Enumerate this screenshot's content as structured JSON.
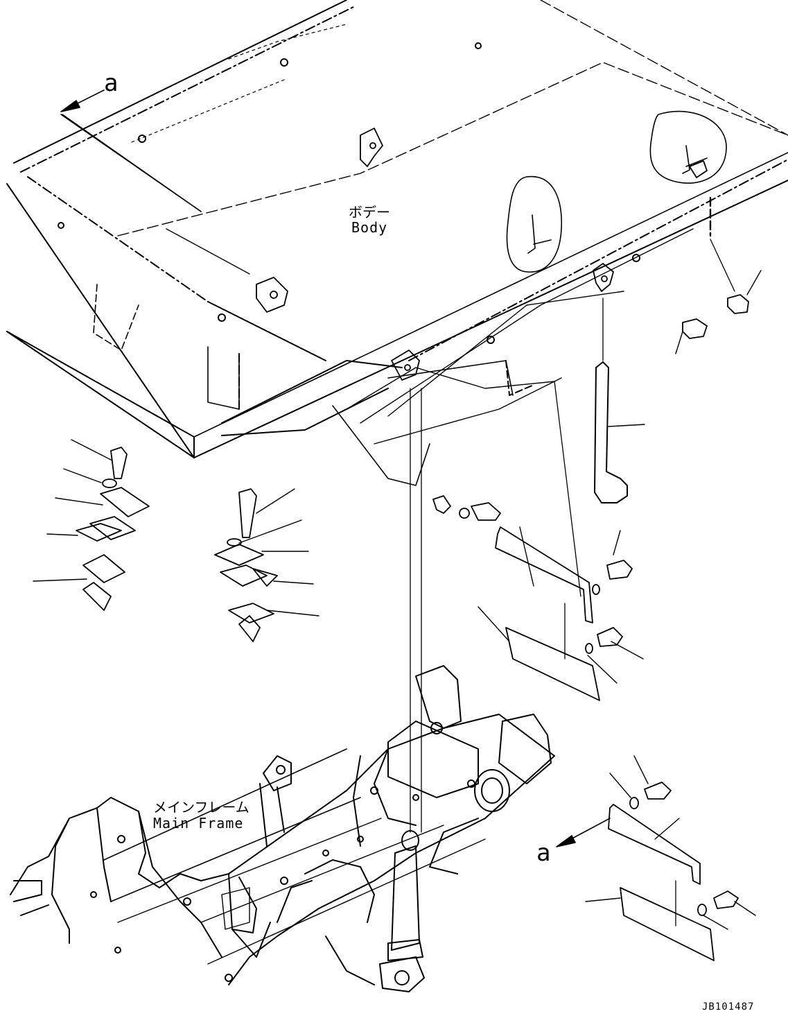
{
  "labels": {
    "body_jp": "ボデー",
    "body_en": "Body",
    "frame_jp": "メインフレーム",
    "frame_en": "Main Frame",
    "view_a_top": "a",
    "view_a_bottom": "a",
    "drawing_code": "JB101487"
  },
  "colors": {
    "line": "#000000",
    "background": "#ffffff"
  }
}
